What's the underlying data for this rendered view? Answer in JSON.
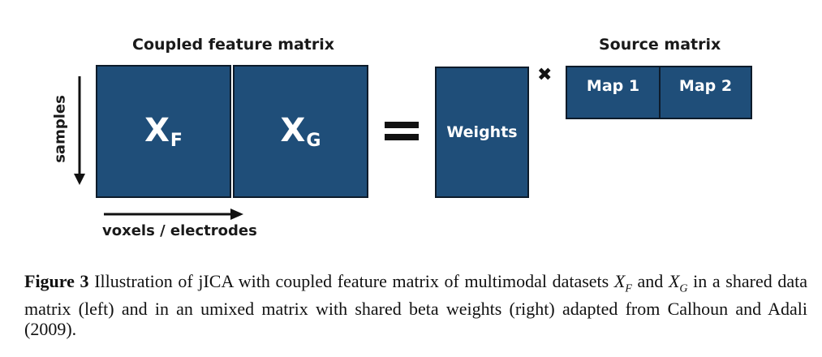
{
  "figure": {
    "coupled_title": "Coupled feature matrix",
    "source_title": "Source matrix",
    "xf_main": "X",
    "xf_sub": "F",
    "xg_main": "X",
    "xg_sub": "G",
    "equals": "=",
    "weights_label": "Weights",
    "times": "✖",
    "map1_label": "Map 1",
    "map2_label": "Map 2",
    "y_axis_label": "samples",
    "x_axis_label": "voxels / electrodes"
  },
  "caption": {
    "label": "Figure 3",
    "text_1": " Illustration of jICA with coupled feature matrix of multimodal datasets ",
    "var1_main": "X",
    "var1_sub": "F",
    "text_2": " and ",
    "var2_main": "X",
    "var2_sub": "G",
    "text_3": " in a shared data matrix (left) and in an umixed matrix with shared beta weights (right) adapted from Calhoun and Adali (2009)."
  }
}
